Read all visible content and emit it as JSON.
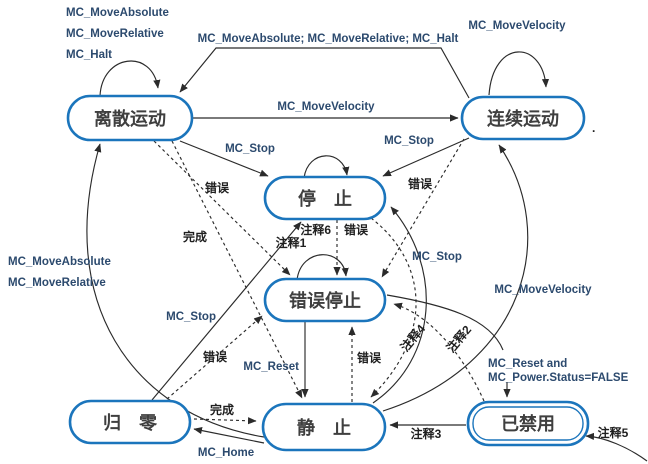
{
  "diagram": {
    "accent_color": "#1b75bc",
    "line_color": "#2b2b2b",
    "states": {
      "discrete": {
        "label": "离散运动"
      },
      "continuous": {
        "label": "连续运动"
      },
      "stopping": {
        "label": "停　止"
      },
      "errorstop": {
        "label": "错误停止"
      },
      "homing": {
        "label": "归　零"
      },
      "standstill": {
        "label": "静　止"
      },
      "disabled": {
        "label": "已禁用"
      }
    },
    "labels": {
      "disc_loop_1": "MC_MoveAbsolute",
      "disc_loop_2": "MC_MoveRelative",
      "disc_loop_3": "MC_Halt",
      "cont_to_disc": "MC_MoveAbsolute; MC_MoveRelative; MC_Halt",
      "cont_loop": "MC_MoveVelocity",
      "disc_to_cont": "MC_MoveVelocity",
      "disc_to_stop": "MC_Stop",
      "cont_to_stop": "MC_Stop",
      "disc_err": "错误",
      "cont_err": "错误",
      "disc_done": "完成",
      "note6": "注释6",
      "stop_err": "错误",
      "note1": "注释1",
      "standstill_to_stop": "MC_Stop",
      "standstill_to_cont": "MC_MoveVelocity",
      "left_abs": "MC_MoveAbsolute",
      "left_rel": "MC_MoveRelative",
      "homing_to_stop": "MC_Stop",
      "homing_err": "错误",
      "mc_reset": "MC_Reset",
      "standstill_err": "错误",
      "note4": "注释4",
      "note2": "注释2",
      "reset_power_1": "MC_Reset and",
      "reset_power_2": "MC_Power.Status=FALSE",
      "homing_done": "完成",
      "mc_home": "MC_Home",
      "note3": "注释3",
      "note5": "注释5",
      "dot": "."
    }
  }
}
